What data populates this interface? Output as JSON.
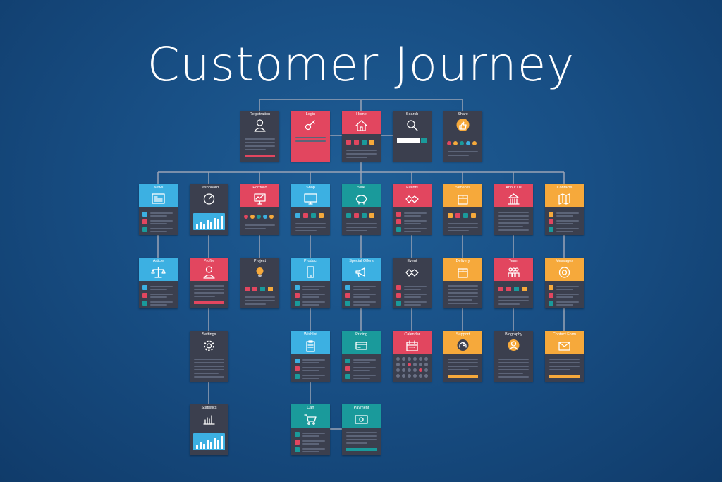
{
  "title": "Customer Journey",
  "colors": {
    "dark": "#3b3f4e",
    "red": "#e2465f",
    "teal": "#1a9a9b",
    "blue": "#3cb0e2",
    "orange": "#f6a93b",
    "line": "#9aa3b5"
  },
  "cards": [
    {
      "id": "registration",
      "label": "Registration",
      "color": "dark",
      "icon": "user-icon",
      "body": "form"
    },
    {
      "id": "login",
      "label": "Login",
      "color": "red",
      "icon": "key-icon",
      "body": "login"
    },
    {
      "id": "home",
      "label": "Home",
      "color": "red",
      "icon": "home-icon",
      "body": "grid"
    },
    {
      "id": "search",
      "label": "Search",
      "color": "dark",
      "icon": "magnifier-icon",
      "body": "search"
    },
    {
      "id": "share",
      "label": "Share",
      "color": "dark",
      "icon": "thumbs-up-icon",
      "body": "social"
    },
    {
      "id": "news",
      "label": "News",
      "color": "blue",
      "icon": "newspaper-icon",
      "body": "list"
    },
    {
      "id": "dashboard",
      "label": "Dashboard",
      "color": "dark",
      "icon": "gauge-icon",
      "body": "chart"
    },
    {
      "id": "portfolio",
      "label": "Portfolio",
      "color": "red",
      "icon": "presentation-icon",
      "body": "social"
    },
    {
      "id": "shop",
      "label": "Shop",
      "color": "blue",
      "icon": "monitor-icon",
      "body": "grid"
    },
    {
      "id": "sale",
      "label": "Sale",
      "color": "teal",
      "icon": "piggy-bank-icon",
      "body": "grid"
    },
    {
      "id": "events",
      "label": "Events",
      "color": "red",
      "icon": "handshake-icon",
      "body": "list"
    },
    {
      "id": "services",
      "label": "Services",
      "color": "orange",
      "icon": "box-icon",
      "body": "grid"
    },
    {
      "id": "about-us",
      "label": "About Us",
      "color": "red",
      "icon": "building-icon",
      "body": "text"
    },
    {
      "id": "contacts",
      "label": "Contacts",
      "color": "orange",
      "icon": "map-icon",
      "body": "list"
    },
    {
      "id": "article",
      "label": "Article",
      "color": "blue",
      "icon": "scales-icon",
      "body": "list"
    },
    {
      "id": "profile",
      "label": "Profile",
      "color": "red",
      "icon": "user-icon",
      "body": "form"
    },
    {
      "id": "project",
      "label": "Project",
      "color": "dark",
      "icon": "bulb-icon",
      "body": "grid"
    },
    {
      "id": "product",
      "label": "Product",
      "color": "blue",
      "icon": "phone-icon",
      "body": "list"
    },
    {
      "id": "special-offers",
      "label": "Special Offers",
      "color": "blue",
      "icon": "megaphone-icon",
      "body": "list"
    },
    {
      "id": "event",
      "label": "Event",
      "color": "dark",
      "icon": "handshake-icon",
      "body": "list"
    },
    {
      "id": "delivery",
      "label": "Delivery",
      "color": "orange",
      "icon": "box-icon",
      "body": "text"
    },
    {
      "id": "team",
      "label": "Team",
      "color": "red",
      "icon": "team-icon",
      "body": "grid"
    },
    {
      "id": "messages",
      "label": "Messages",
      "color": "orange",
      "icon": "at-icon",
      "body": "list"
    },
    {
      "id": "settings",
      "label": "Settings",
      "color": "dark",
      "icon": "gear-icon",
      "body": "text"
    },
    {
      "id": "wishlist",
      "label": "Wishlist",
      "color": "blue",
      "icon": "clipboard-icon",
      "body": "list"
    },
    {
      "id": "pricing",
      "label": "Pricing",
      "color": "teal",
      "icon": "card-icon",
      "body": "list"
    },
    {
      "id": "calendar",
      "label": "Calendar",
      "color": "red",
      "icon": "calendar-icon",
      "body": "calendar"
    },
    {
      "id": "support",
      "label": "Support",
      "color": "orange",
      "icon": "headset-icon",
      "body": "form"
    },
    {
      "id": "biography",
      "label": "Biography",
      "color": "dark",
      "icon": "person-icon",
      "body": "text"
    },
    {
      "id": "contact-form",
      "label": "Contact Form",
      "color": "orange",
      "icon": "envelope-icon",
      "body": "form"
    },
    {
      "id": "statistics",
      "label": "Statistics",
      "color": "dark",
      "icon": "bars-icon",
      "body": "chart"
    },
    {
      "id": "cart",
      "label": "Cart",
      "color": "teal",
      "icon": "cart-icon",
      "body": "list"
    },
    {
      "id": "payment",
      "label": "Payment",
      "color": "teal",
      "icon": "cash-icon",
      "body": "form"
    }
  ]
}
